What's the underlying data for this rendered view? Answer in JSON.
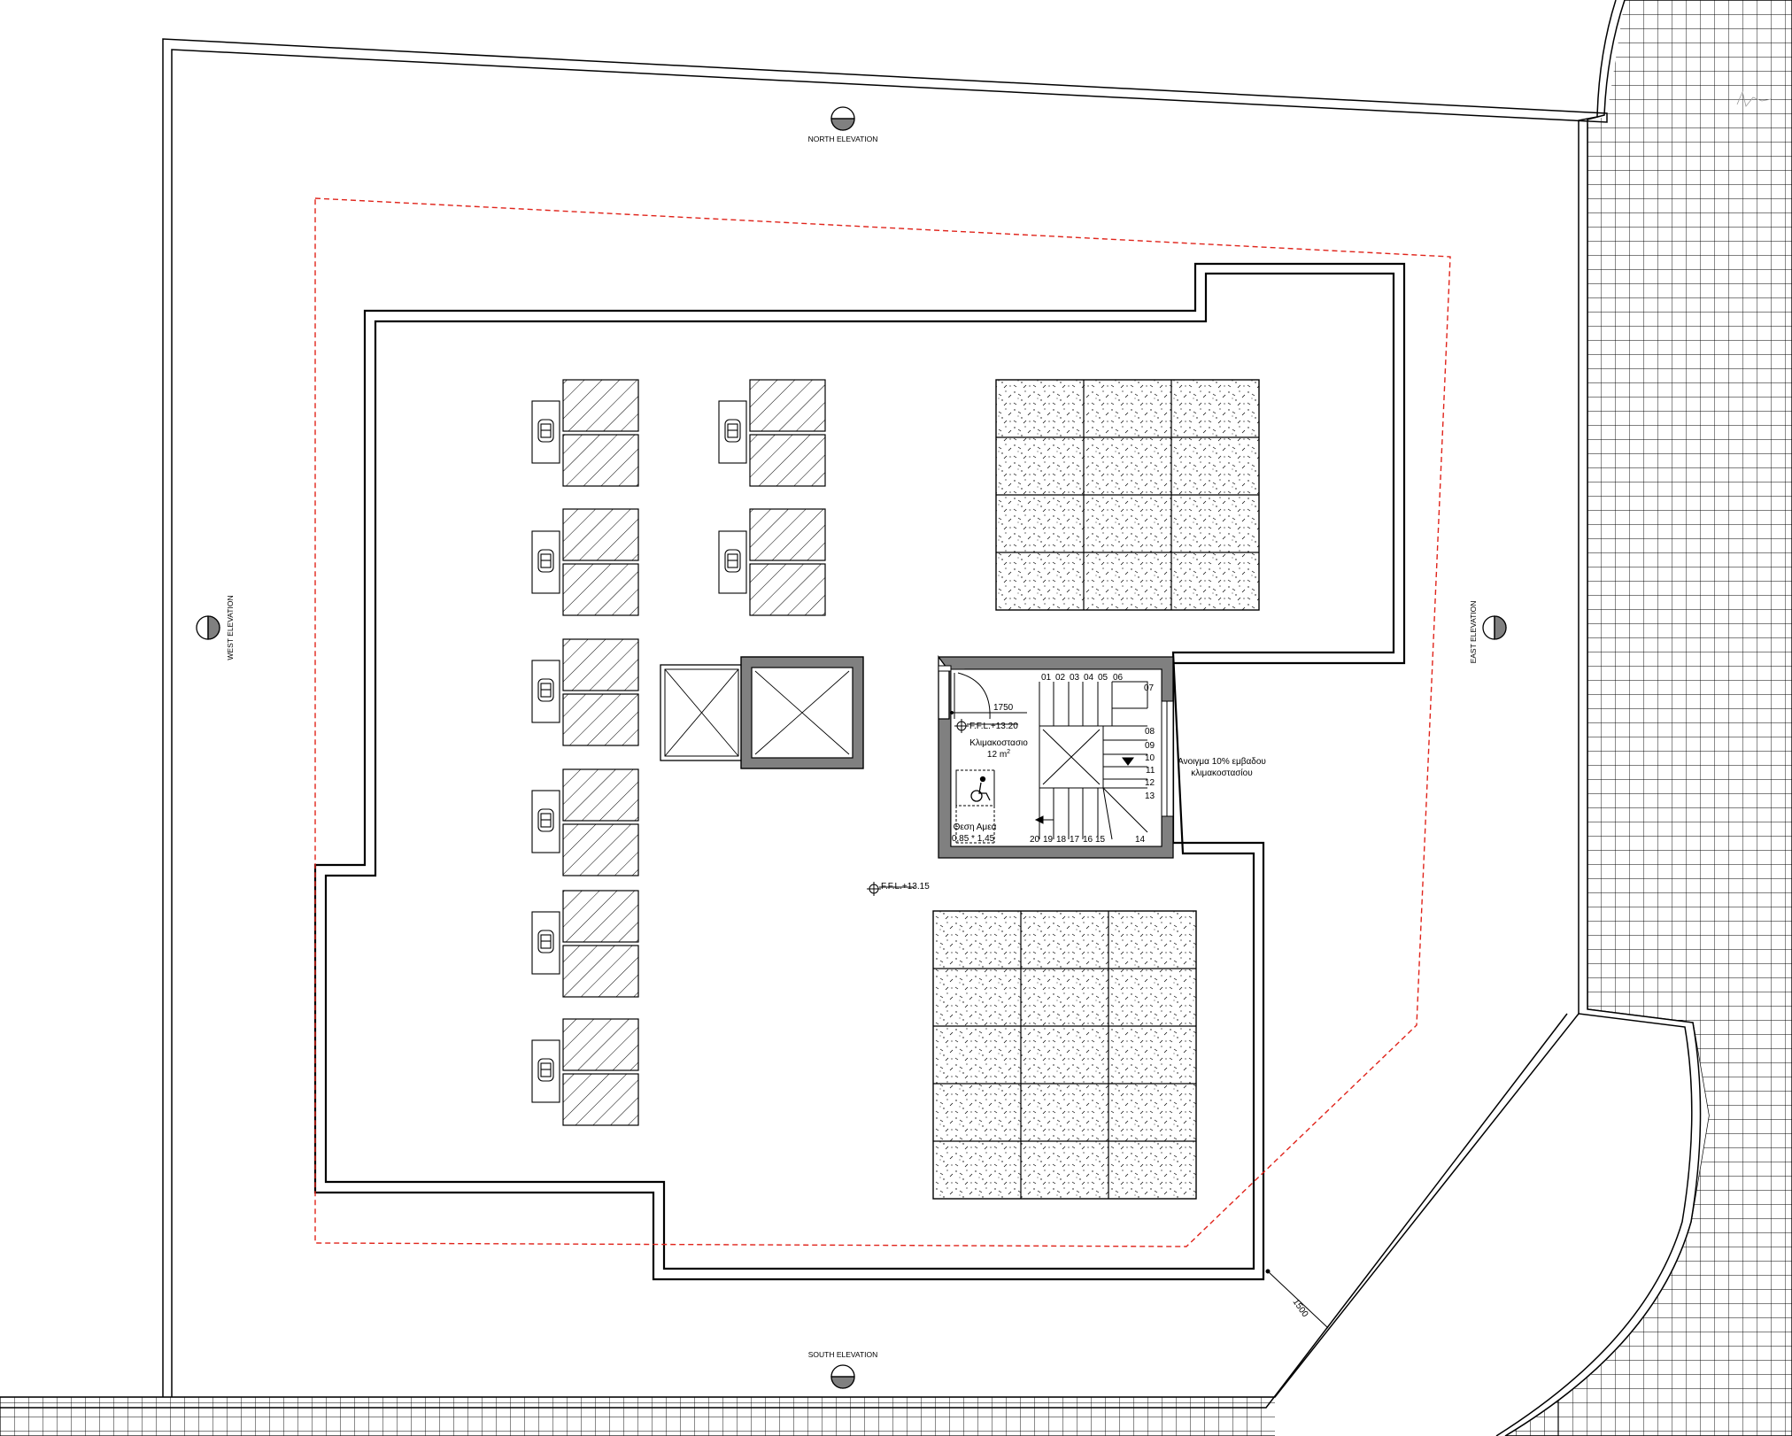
{
  "elevations": {
    "north": "NORTH ELEVATION",
    "south": "SOUTH ELEVATION",
    "west": "WEST ELEVATION",
    "east": "EAST ELEVATION"
  },
  "levels": {
    "stair": "F.F.L.+13.20",
    "roof": "F.F.L.+13.15"
  },
  "dimensions": {
    "door": "1750",
    "setback": "1500"
  },
  "stairwell": {
    "name": "Κλιμακοστασιο",
    "area": "12 m",
    "area_sup": "2",
    "vent_line1": "Άνοιγμα 10% εμβαδου",
    "vent_line2": "κλιμακοστασίου",
    "disabled_line1": "Θεση Αμεα",
    "disabled_line2": "0,85 * 1,45",
    "steps_top": [
      "01",
      "02",
      "03",
      "04",
      "05",
      "06"
    ],
    "steps_right": [
      "07",
      "08",
      "09",
      "10",
      "11",
      "12",
      "13"
    ],
    "step_14": "14",
    "steps_bottom": [
      "20",
      "19",
      "18",
      "17",
      "16",
      "15"
    ]
  },
  "icons": {
    "elevation_marker": "half-filled-circle",
    "level_marker": "crosshair-circle",
    "accessibility": "wheelchair-icon",
    "ac_unit": "ac-unit-icon"
  },
  "colors": {
    "line": "#000000",
    "wall_fill": "#808080",
    "boundary": "#e0241b",
    "hatch": "#000000"
  }
}
